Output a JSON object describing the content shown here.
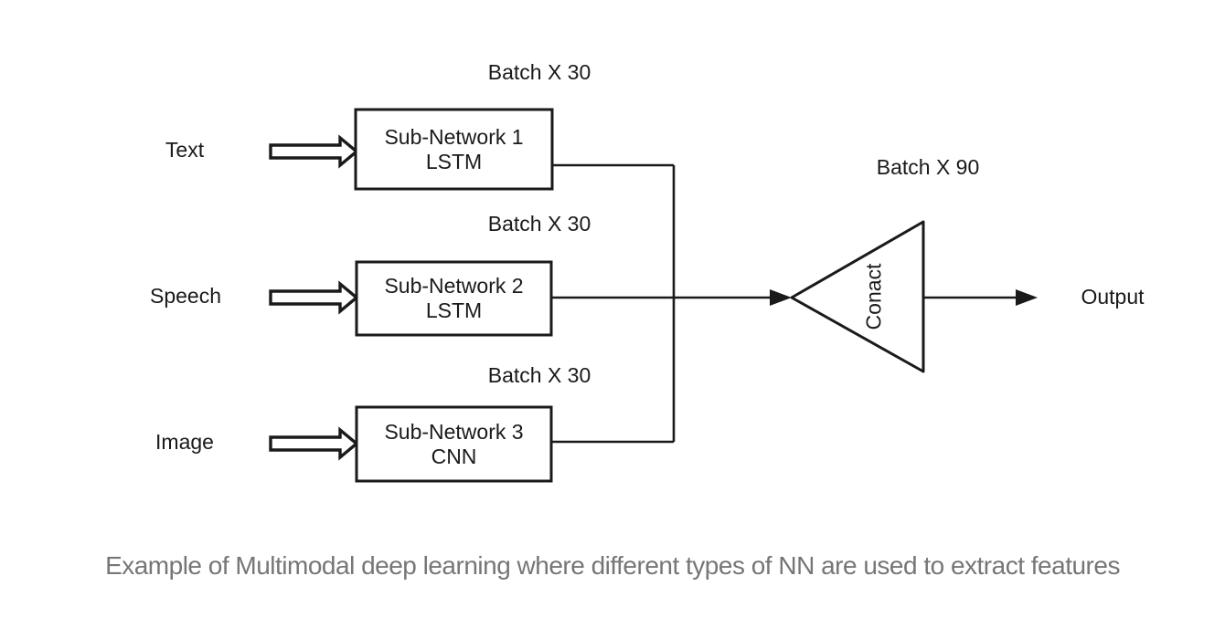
{
  "diagram": {
    "inputs": [
      {
        "label": "Text"
      },
      {
        "label": "Speech"
      },
      {
        "label": "Image"
      }
    ],
    "nodes": [
      {
        "title": "Sub-Network 1",
        "subtitle": "LSTM",
        "batch_label": "Batch X 30"
      },
      {
        "title": "Sub-Network 2",
        "subtitle": "LSTM",
        "batch_label": "Batch X 30"
      },
      {
        "title": "Sub-Network 3",
        "subtitle": "CNN",
        "batch_label": "Batch X 30"
      }
    ],
    "merge": {
      "label": "Conact",
      "batch_label": "Batch X 90"
    },
    "output_label": "Output"
  },
  "caption": "Example of Multimodal deep learning where different types of NN are used to extract features",
  "colors": {
    "line": "#1a1a1a",
    "node_fill": "#ffffff",
    "caption_text": "#767676",
    "background": "#ffffff"
  }
}
